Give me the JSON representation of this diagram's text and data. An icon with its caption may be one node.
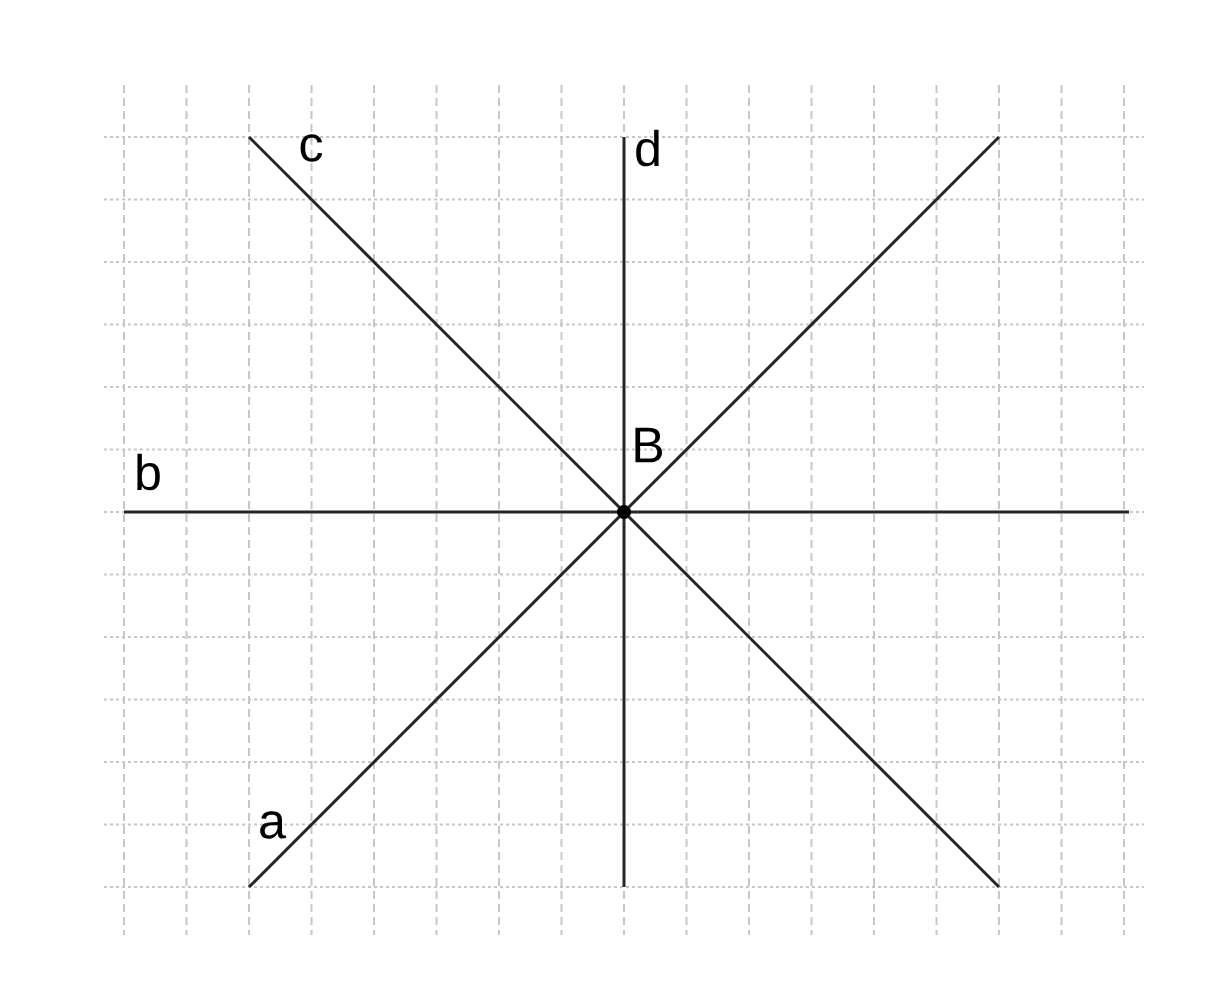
{
  "diagram": {
    "labels": [
      "c",
      "d",
      "B",
      "b",
      "a"
    ]
  }
}
